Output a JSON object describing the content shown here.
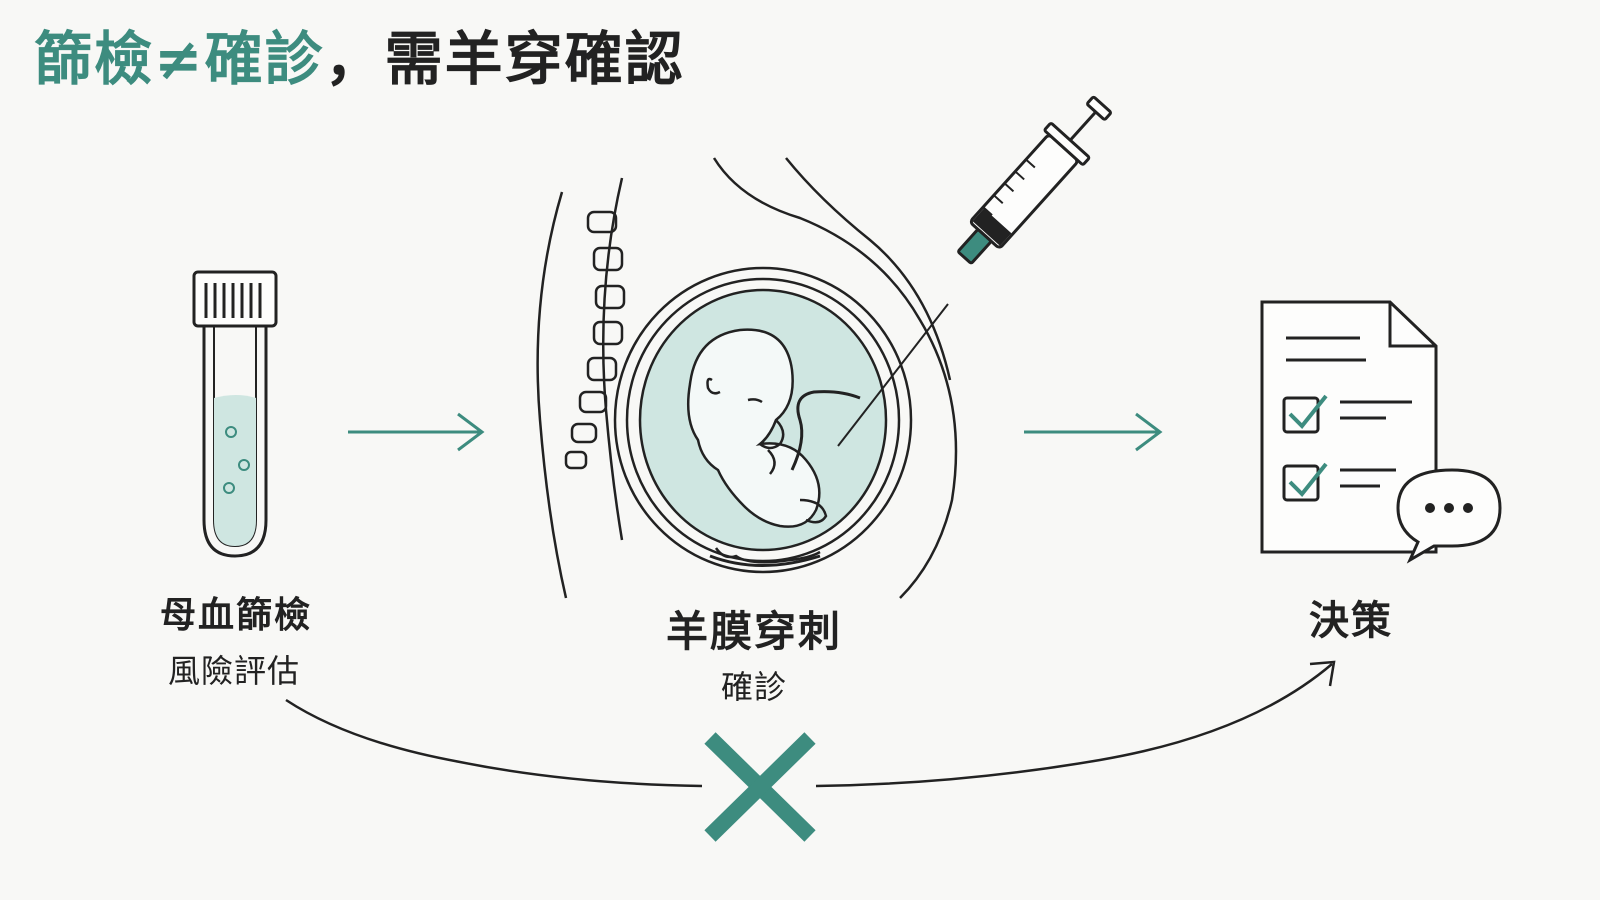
{
  "title": {
    "part1": "篩檢",
    "neq": "≠",
    "part2": "確診",
    "comma": "，",
    "part3": "需羊穿確認"
  },
  "steps": [
    {
      "label": "母血篩檢",
      "sublabel": "風險評估",
      "icon": "test-tube-icon"
    },
    {
      "label": "羊膜穿刺",
      "sublabel": "確診",
      "icon": "amniocentesis-icon"
    },
    {
      "label": "決策",
      "sublabel": "",
      "icon": "checklist-document-icon"
    }
  ],
  "colors": {
    "accent": "#3d8c7f",
    "fluid": "#cfe6e1",
    "line": "#222222",
    "background": "#f8f8f6"
  }
}
